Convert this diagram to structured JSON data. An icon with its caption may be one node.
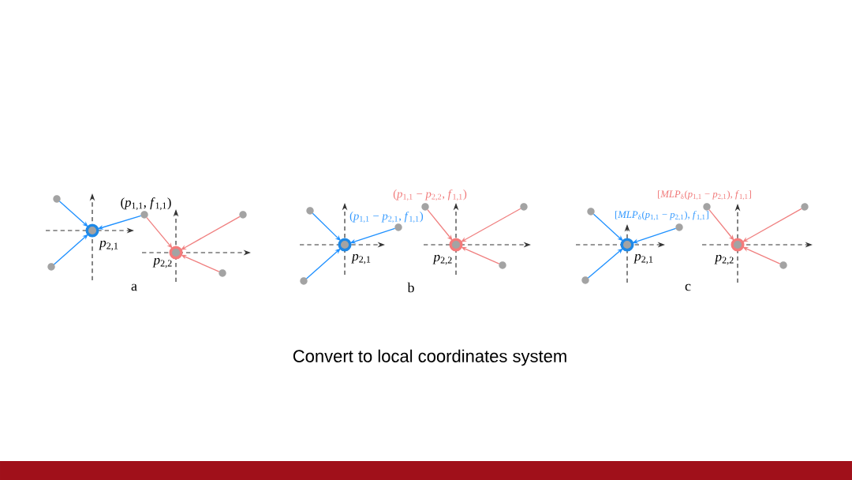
{
  "diagram": {
    "caption": "Convert to local coordinates system",
    "nodes": [
      {
        "text": [],
        "shape": "circle"
      },
      {
        "text": [],
        "shape": "circle"
      },
      {
        "text": [],
        "shape": "circle",
        "beside": [
          "*p*$_{2,1}$"
        ]
      },
      {
        "text": [],
        "shape": "circle",
        "beside": [
          "(*p*$_{1,1}$, *f*$_{1,1}$)"
        ]
      },
      {
        "text": [],
        "shape": "circle",
        "beside": [
          "*p*$_{2,2}$"
        ]
      },
      {
        "text": [],
        "shape": "circle"
      },
      {
        "text": [],
        "shape": "circle"
      },
      {
        "text": [],
        "shape": "circle"
      },
      {
        "text": [],
        "shape": "circle"
      },
      {
        "text": [],
        "shape": "circle",
        "beside": [
          "*p*$_{2,1}$"
        ]
      },
      {
        "text": [],
        "shape": "circle",
        "beside": [
          "(*p*$_{1,1}$ − *p*$_{2,1}$, *f*$_{1,1}$)"
        ]
      },
      {
        "text": [],
        "shape": "circle",
        "beside": [
          "(*p*$_{1,1}$ − *p*$_{2,2}$, *f*$_{1,1}$)"
        ]
      },
      {
        "text": [],
        "shape": "circle",
        "beside": [
          "*p*$_{2,2}$"
        ]
      },
      {
        "text": [],
        "shape": "circle"
      },
      {
        "text": [],
        "shape": "circle"
      },
      {
        "text": [],
        "shape": "circle"
      },
      {
        "text": [],
        "shape": "circle"
      },
      {
        "text": [],
        "shape": "circle",
        "beside": [
          "*p*$_{2,1}$"
        ]
      },
      {
        "text": [],
        "shape": "circle",
        "beside": [
          "[*MLP*$_{δ}$(*p*$_{1,1}$ − *p*$_{2,1}$), *f*$_{1,1}$]"
        ]
      },
      {
        "text": [],
        "shape": "circle",
        "beside": [
          "[*MLP*$_{δ}$(*p*$_{1,1}$ − *p*$_{2,1}$), *f*$_{1,1}$]"
        ]
      },
      {
        "text": [],
        "shape": "circle",
        "beside": [
          "*p*$_{2,2}$"
        ]
      },
      {
        "text": [],
        "shape": "circle"
      },
      {
        "text": [],
        "shape": "circle"
      }
    ],
    "edges": [
      {
        "from": 1,
        "to": 2,
        "arrow": "to",
        "color": "#1e90ff"
      },
      {
        "from": 0,
        "to": 2,
        "arrow": "to",
        "color": "#1e90ff"
      },
      {
        "from": 3,
        "to": 2,
        "arrow": "to",
        "color": "#1e90ff"
      },
      {
        "from": 3,
        "to": 4,
        "arrow": "to",
        "color": "#f08080"
      },
      {
        "from": 6,
        "to": 4,
        "arrow": "to",
        "color": "#f08080"
      },
      {
        "from": 5,
        "to": 4,
        "arrow": "to",
        "color": "#f08080"
      },
      {
        "from": 8,
        "to": 9,
        "arrow": "to",
        "color": "#1e90ff"
      },
      {
        "from": 7,
        "to": 9,
        "arrow": "to",
        "color": "#1e90ff"
      },
      {
        "from": 10,
        "to": 9,
        "arrow": "to",
        "color": "#1e90ff"
      },
      {
        "from": 11,
        "to": 12,
        "arrow": "to",
        "color": "#f08080"
      },
      {
        "from": 14,
        "to": 12,
        "arrow": "to",
        "color": "#f08080"
      },
      {
        "from": 13,
        "to": 12,
        "arrow": "to",
        "color": "#f08080"
      },
      {
        "from": 16,
        "to": 17,
        "arrow": "to",
        "color": "#1e90ff"
      },
      {
        "from": 15,
        "to": 17,
        "arrow": "to",
        "color": "#1e90ff"
      },
      {
        "from": 18,
        "to": 17,
        "arrow": "to",
        "color": "#1e90ff"
      },
      {
        "from": 19,
        "to": 20,
        "arrow": "to",
        "color": "#f08080"
      },
      {
        "from": 22,
        "to": 20,
        "arrow": "to",
        "color": "#f08080"
      },
      {
        "from": 21,
        "to": 20,
        "arrow": "to",
        "color": "#f08080"
      }
    ],
    "labels": [
      "a",
      "b",
      "c"
    ]
  }
}
